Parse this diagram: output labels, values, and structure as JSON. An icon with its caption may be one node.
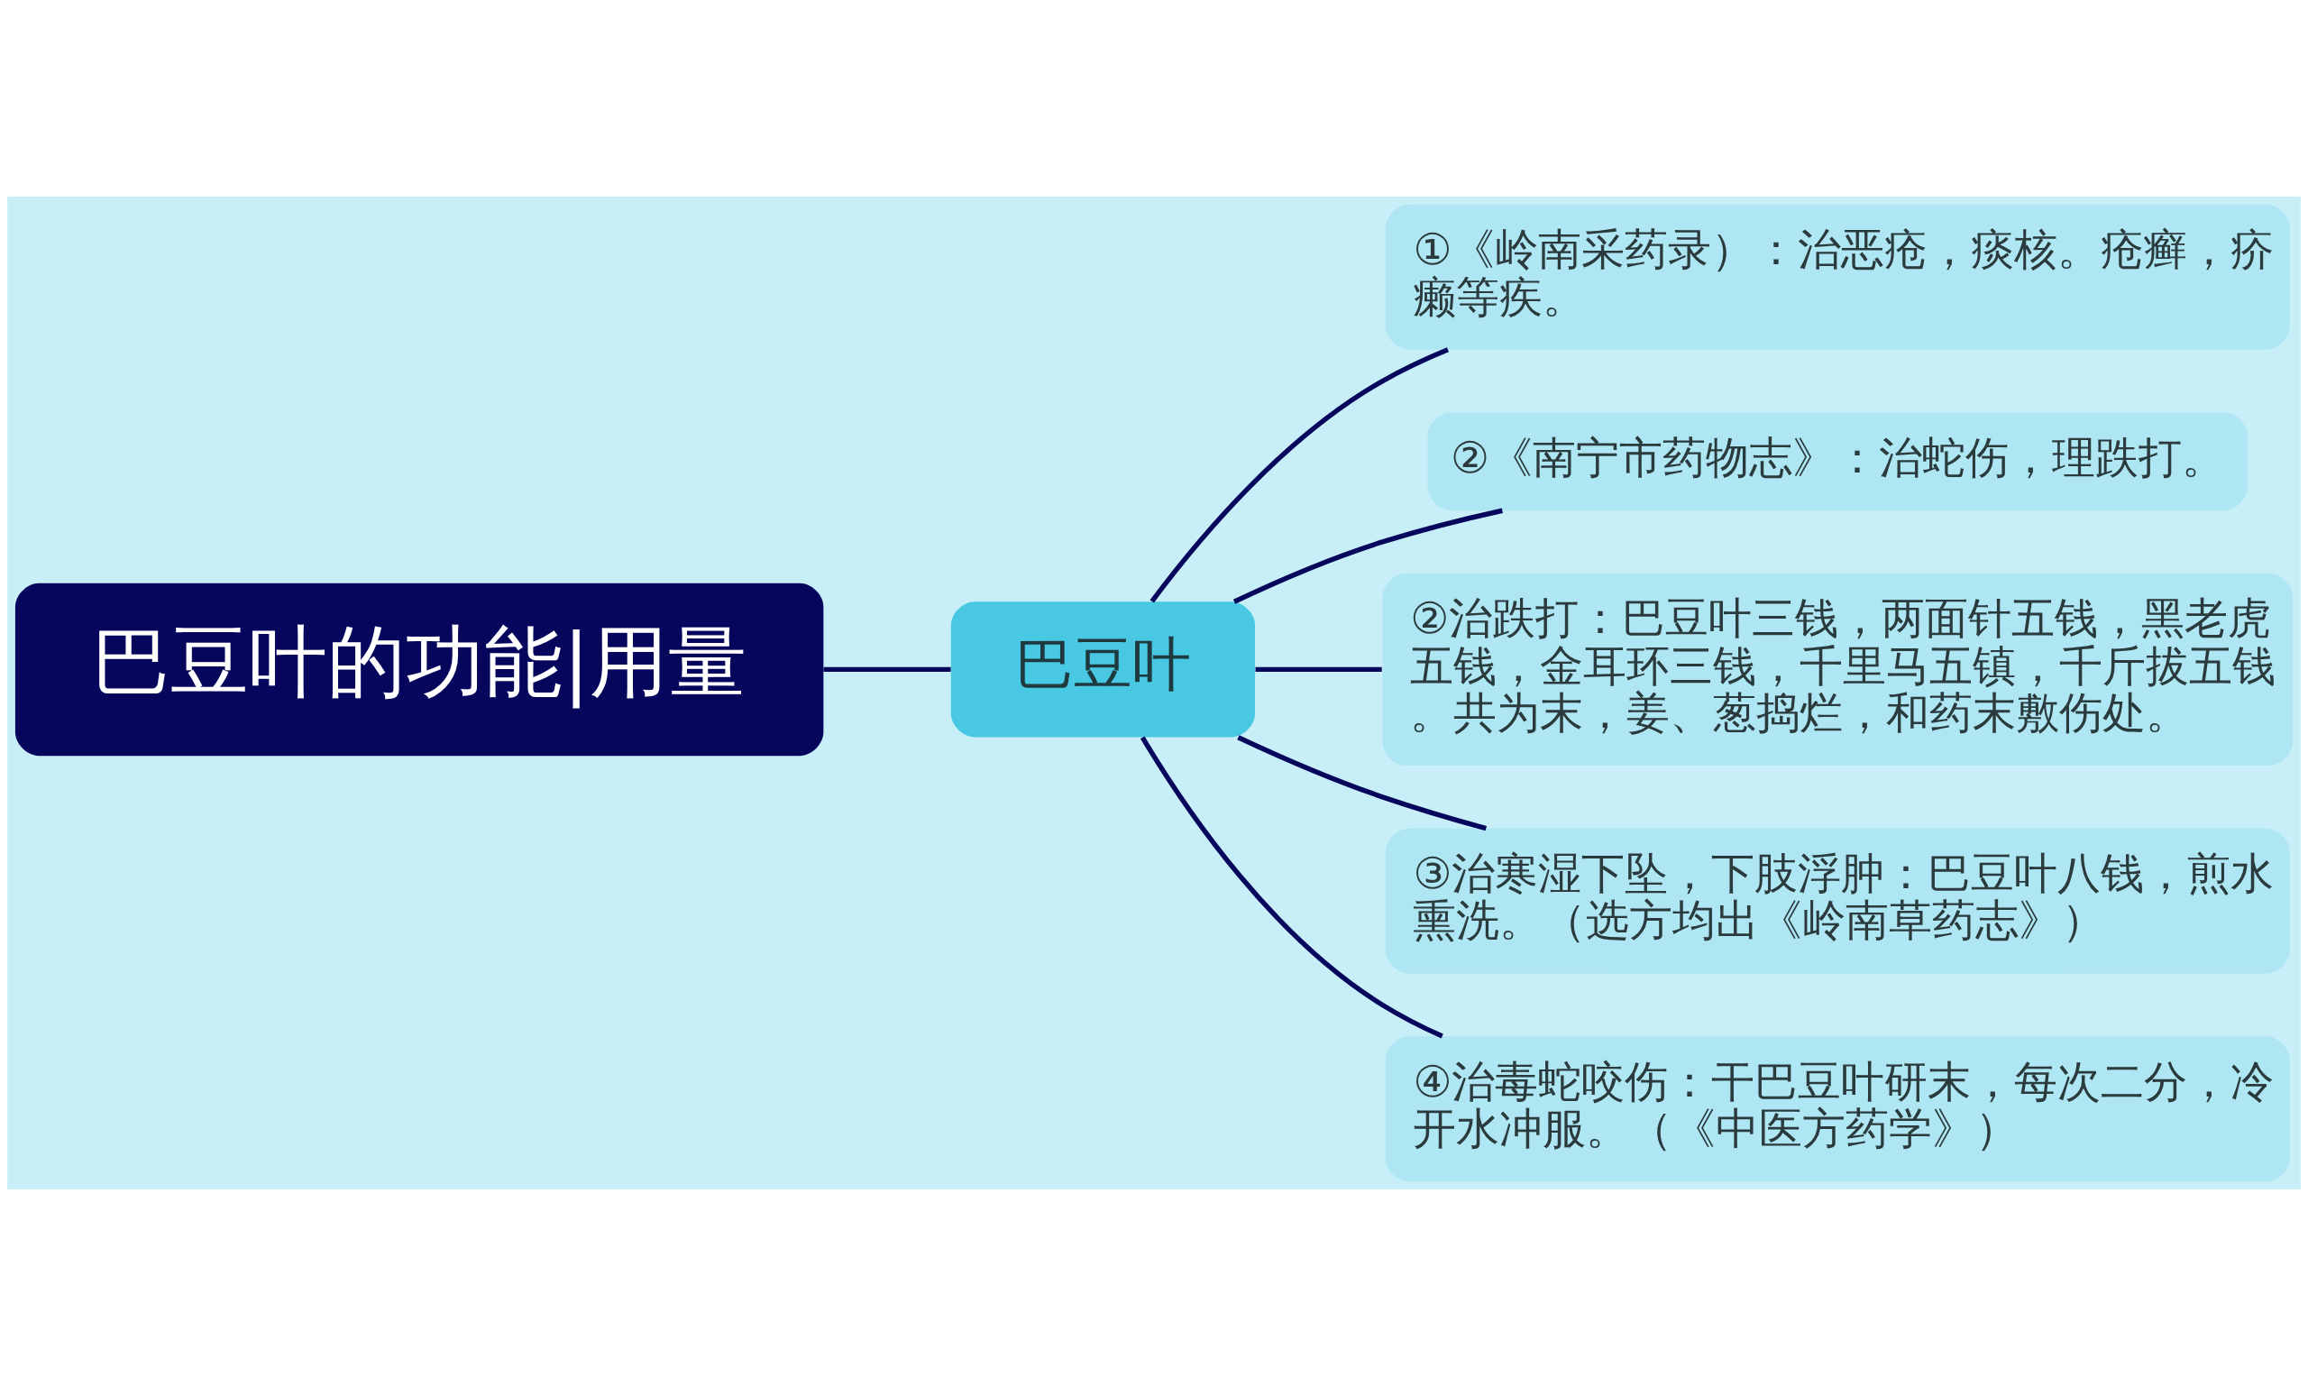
{
  "diagram": {
    "nodes": [
      {
        "text": [
          "巴豆叶的功能|用量"
        ]
      },
      {
        "text": [
          "巴豆叶"
        ]
      },
      {
        "text": [
          "①《岭南采药录）：治恶疮，痰核。疮癣，疥癞等疾。"
        ]
      },
      {
        "text": [
          "②《南宁市药物志》：治蛇伤，理跌打。"
        ]
      },
      {
        "text": [
          "②治跌打：巴豆叶三钱，两面针五钱，黑老虎五钱，金耳环三钱，千里马五镇，千斤拔五钱。共为末，姜、葱捣烂，和药末敷伤处。"
        ]
      },
      {
        "text": [
          "③治寒湿下坠，下肢浮肿：巴豆叶八钱，煎水熏洗。（选方均出《岭南草药志》）"
        ]
      },
      {
        "text": [
          "④治毒蛇咬伤：干巴豆叶研末，每次二分，冷开水冲服。（《中医方药学》）"
        ]
      }
    ],
    "edges": [
      {
        "from": 0,
        "to": 1,
        "arrow": "none"
      },
      {
        "from": 1,
        "to": 2,
        "arrow": "none"
      },
      {
        "from": 1,
        "to": 3,
        "arrow": "none"
      },
      {
        "from": 1,
        "to": 4,
        "arrow": "none"
      },
      {
        "from": 1,
        "to": 5,
        "arrow": "none"
      },
      {
        "from": 1,
        "to": 6,
        "arrow": "none"
      }
    ]
  }
}
